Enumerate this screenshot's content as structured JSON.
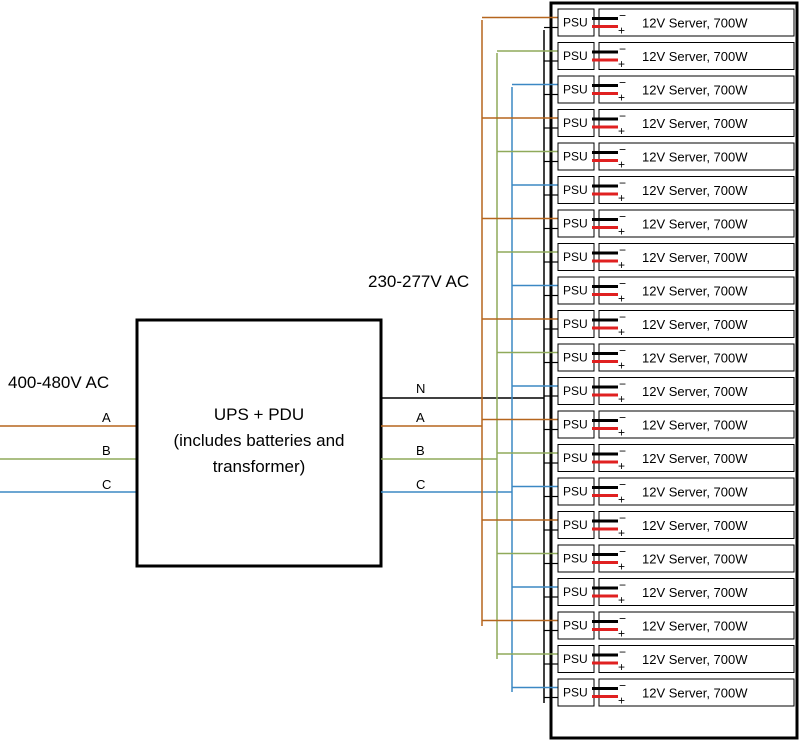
{
  "input": {
    "voltage_label": "400-480V AC",
    "phases": [
      "A",
      "B",
      "C"
    ]
  },
  "ups": {
    "line1": "UPS + PDU",
    "line2": "(includes batteries and",
    "line3": "transformer)"
  },
  "output": {
    "voltage_label": "230-277V AC",
    "conductors": [
      "N",
      "A",
      "B",
      "C"
    ]
  },
  "rack": {
    "psu_label": "PSU",
    "minus_sign": "−",
    "plus_sign": "+",
    "server_label": "12V Server, 700W",
    "server_count": 21
  },
  "colors": {
    "phase_a": "#b5651d",
    "phase_b": "#8faa5a",
    "phase_c": "#3b88c4",
    "neutral": "#000000",
    "dc_positive": "#e02020",
    "dc_negative": "#000000"
  }
}
